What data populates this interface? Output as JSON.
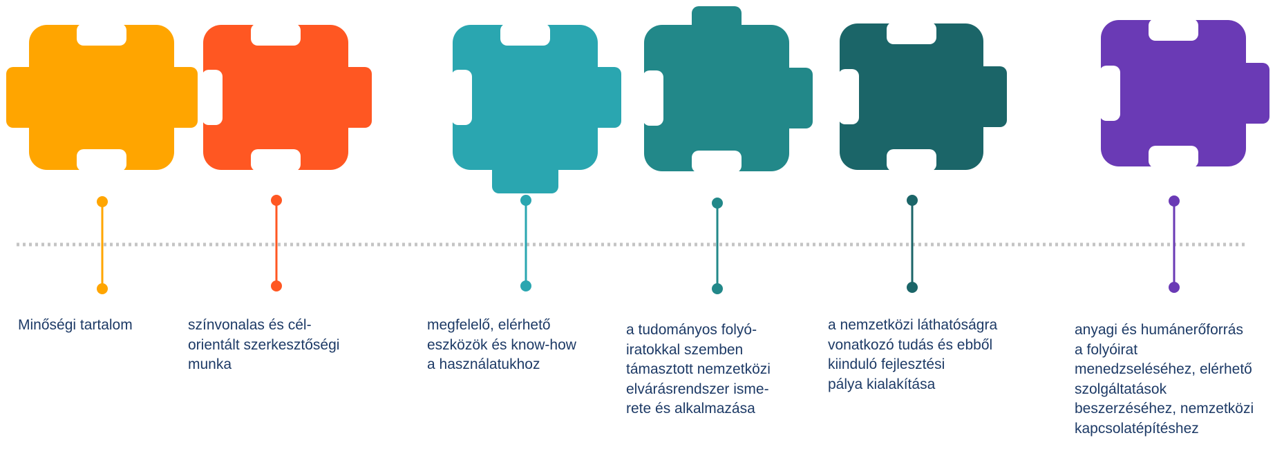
{
  "steps": [
    {
      "color": "#FFA500",
      "text": "Minőségi tartalom"
    },
    {
      "color": "#FF5722",
      "text": "színvonalas és cél-\norientált szerkesztőségi\nmunka"
    },
    {
      "color": "#2AA6B0",
      "text": "megfelelő, elérhető\neszközök és know-how\na használatukhoz"
    },
    {
      "color": "#228889",
      "text": "a tudományos folyó-\niratokkal szemben\ntámasztott nemzetközi\nelvárásrendszer isme-\nrete és alkalmazása"
    },
    {
      "color": "#1B6568",
      "text": "a nemzetközi láthatóságra\nvonatkozó tudás és ebből\nkiinduló fejlesztési\npálya kialakítása"
    },
    {
      "color": "#6A3AB5",
      "text": "anyagi és humánerőforrás\na folyóirat\nmenedzseléséhez, elérhető\nszolgáltatások\nbeszerzéséhez, nemzetközi\nkapcsolatépítéshez"
    }
  ],
  "timeline_color": "#C4C4C4"
}
